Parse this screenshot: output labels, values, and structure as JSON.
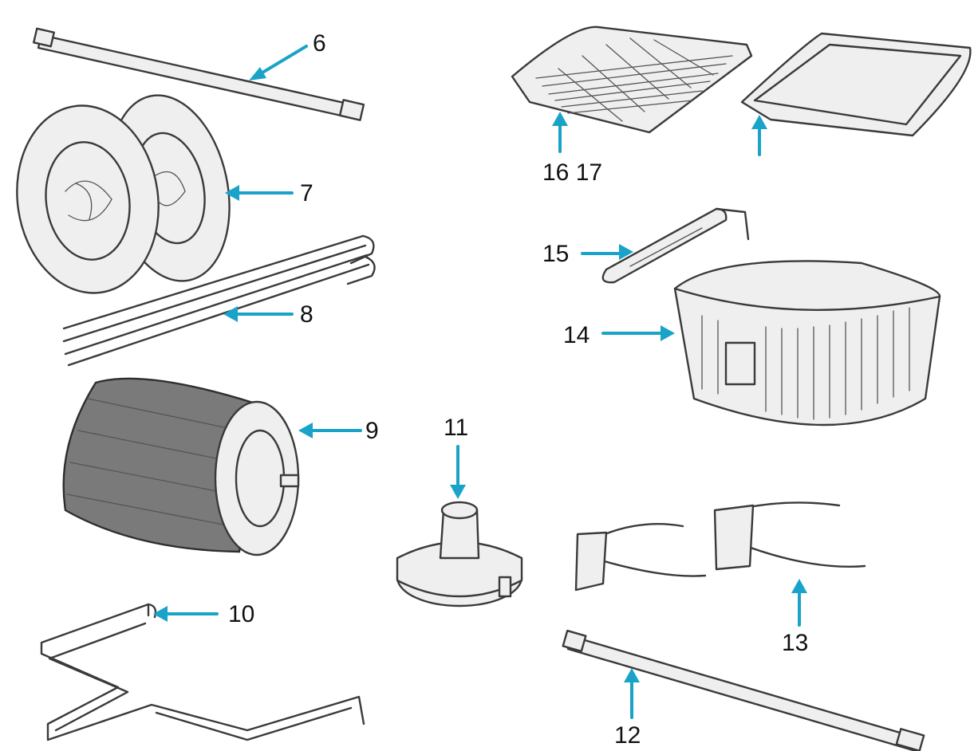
{
  "diagram": {
    "accent_color": "#1aa3c8",
    "callouts": [
      {
        "key": "6",
        "label": "6"
      },
      {
        "key": "7",
        "label": "7"
      },
      {
        "key": "8",
        "label": "8"
      },
      {
        "key": "9",
        "label": "9"
      },
      {
        "key": "10",
        "label": "10"
      },
      {
        "key": "11",
        "label": "11"
      },
      {
        "key": "12",
        "label": "12"
      },
      {
        "key": "13",
        "label": "13"
      },
      {
        "key": "14",
        "label": "14"
      },
      {
        "key": "15",
        "label": "15"
      },
      {
        "key": "1617",
        "label": "16 17"
      }
    ]
  }
}
